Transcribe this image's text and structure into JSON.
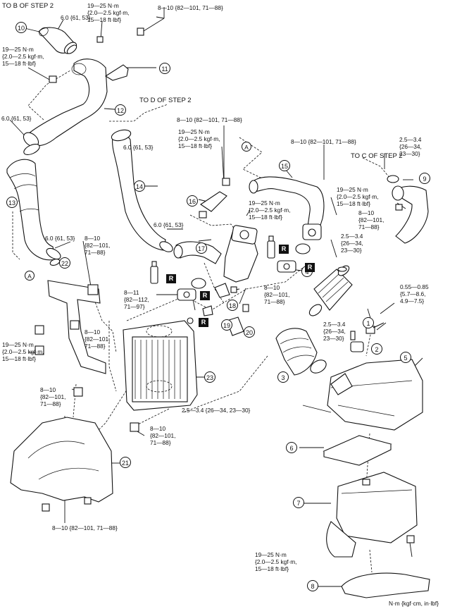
{
  "notes": {
    "to_b": "TO B OF STEP 2",
    "to_d": "TO D OF STEP 2",
    "to_c": "TO C OF STEP 2",
    "units": "N·m {kgf·cm, in·lbf}"
  },
  "torques": {
    "t_top_19_25": "19—25 N·m\n{2.0—2.5 kgf·m,\n15—18 ft·lbf}",
    "t_top_8_10": "8—10 {82—101, 71—88}",
    "t_6_top": "6.0 {61, 53}",
    "t_left_19_25": "19—25 N·m\n{2.0—2.5 kgf·m,\n15—18 ft·lbf}",
    "t_6_left": "6.0 {61, 53}",
    "t_6_mid": "6.0 {61, 53}",
    "t_mid_8_10": "8—10 {82—101, 71—88}",
    "t_mid_19_25": "19—25 N·m\n{2.0—2.5 kgf·m,\n15—18 ft·lbf}",
    "t_right_8_10": "8—10 {82—101, 71—88}",
    "t_right_25_34": "2.5—3.4\n{26—34,\n23—30}",
    "t_center_19_25": "19—25 N·m\n{2.0—2.5 kgf·m,\n15—18 ft·lbf}",
    "t_right2_19_25": "19—25 N·m\n{2.0—2.5 kgf·m,\n15—18 ft·lbf}",
    "t_right2_8_10": "8—10\n{82—101,\n71—88}",
    "t_6_low": "6.0 {61, 53}",
    "t_6_low_left": "6.0 {61, 53}",
    "t_left_8_10_a": "8—10\n{82—101,\n71—88}",
    "t_mid_25_34": "2.5—3.4\n{26—34,\n23—30}",
    "t_sensor": "0.55—0.85\n{5.7—8.6,\n4.9—7.5}",
    "t_8_11": "8—11\n{82—112,\n71—97}",
    "t_18_8_10": "8—10\n{82—101,\n71—88}",
    "t_clamp_25_34": "2.5—3.4\n{26—34,\n23—30}",
    "t_left_8_10_b": "8—10\n{82—101,\n71—88}",
    "t_left_19_25_b": "19—25 N·m\n{2.0—2.5 kgf·m,\n15—18 ft·lbf}",
    "t_bottom_25_34": "2.5—3.4 {26—34, 23—30}",
    "t_left_8_10_c": "8—10\n{82—101,\n71—88}",
    "t_center_8_10_b": "8—10\n{82—101,\n71—88}",
    "t_bottom_8_10": "8—10 {82—101, 71—88}",
    "t_bottom_right_19_25": "19—25 N·m\n{2.0—2.5 kgf·m,\n15—18 ft·lbf}"
  },
  "callouts": {
    "c1": "1",
    "c2": "2",
    "c3": "3",
    "c4": "4",
    "c5": "5",
    "c6": "6",
    "c7": "7",
    "c8": "8",
    "c9": "9",
    "c10": "10",
    "c11": "11",
    "c12": "12",
    "c13": "13",
    "c14": "14",
    "c15": "15",
    "c16": "16",
    "c17": "17",
    "c18": "18",
    "c19": "19",
    "c20": "20",
    "c21": "21",
    "c22": "22",
    "c23": "23",
    "a1": "A",
    "a2": "A"
  },
  "replace_mark": "R"
}
